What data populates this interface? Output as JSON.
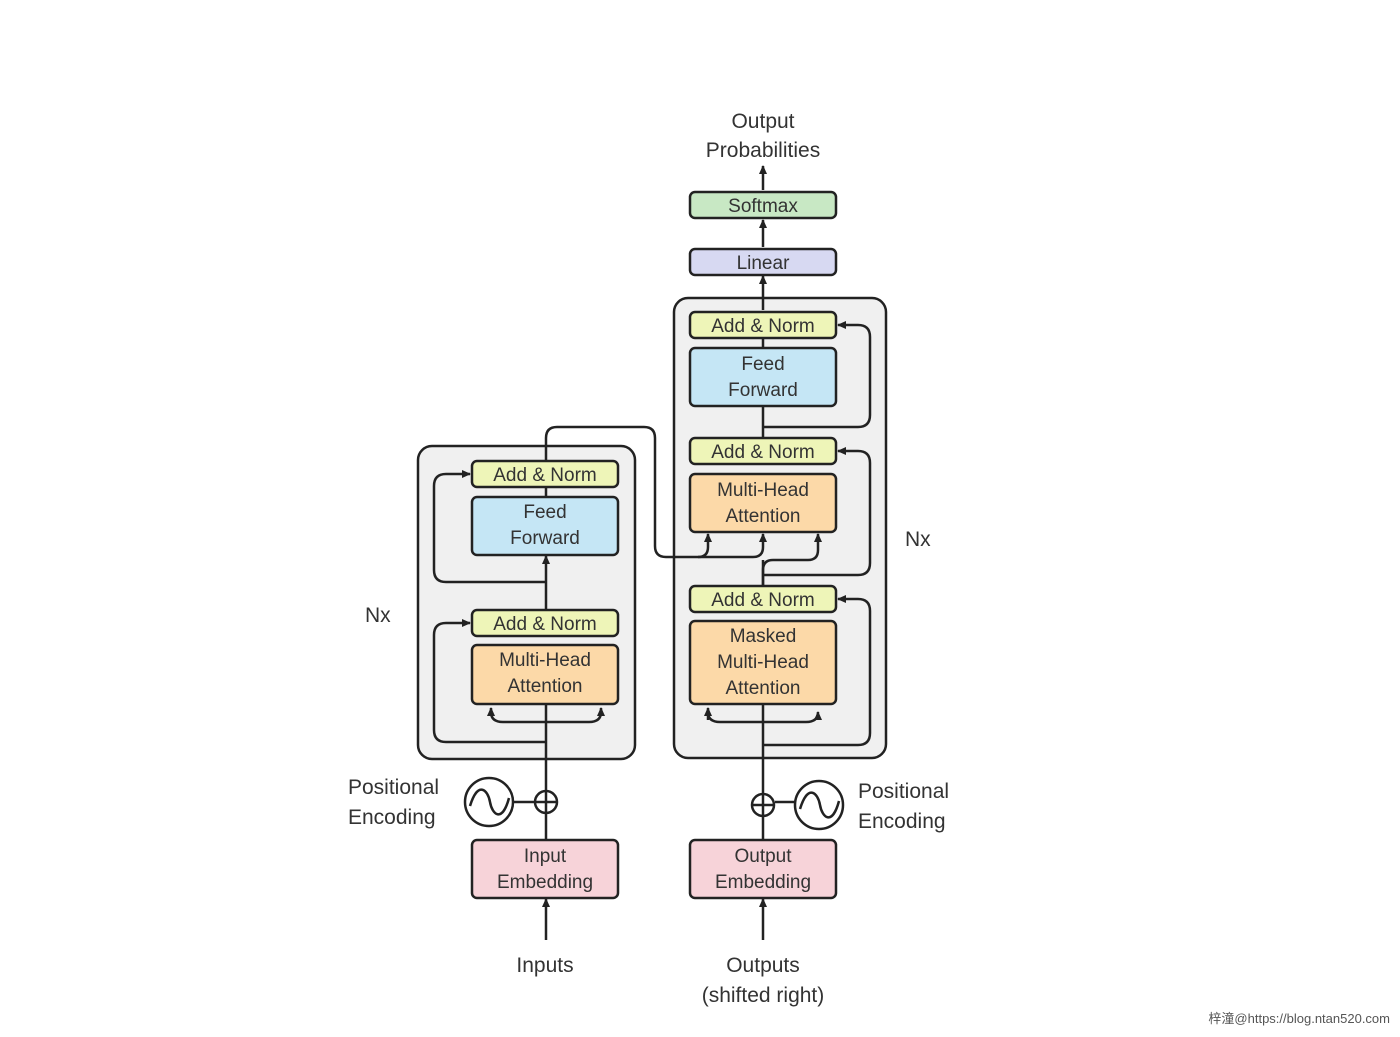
{
  "colors": {
    "add_norm": "#eef5b8",
    "feed_forward": "#c5e6f5",
    "attention": "#fcd9a8",
    "embedding": "#f7d3d9",
    "linear": "#d7d9f2",
    "softmax": "#c8e8c4",
    "stack_bg": "#f0f0f0",
    "stroke": "#222222"
  },
  "labels": {
    "output_probabilities": [
      "Output",
      "Probabilities"
    ],
    "softmax": "Softmax",
    "linear": "Linear",
    "add_norm": "Add & Norm",
    "feed_forward": [
      "Feed",
      "Forward"
    ],
    "multi_head_attention": [
      "Multi-Head",
      "Attention"
    ],
    "masked_multi_head_attention": [
      "Masked",
      "Multi-Head",
      "Attention"
    ],
    "nx": "Nx",
    "positional_encoding": [
      "Positional",
      "Encoding"
    ],
    "input_embedding": [
      "Input",
      "Embedding"
    ],
    "output_embedding": [
      "Output",
      "Embedding"
    ],
    "inputs": "Inputs",
    "outputs": [
      "Outputs",
      "(shifted right)"
    ]
  },
  "watermark": "梓潼@https://blog.ntan520.com"
}
